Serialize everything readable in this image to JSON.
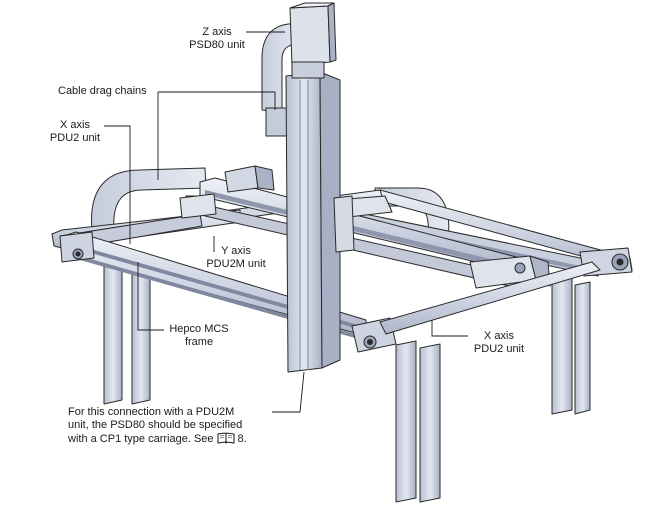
{
  "labels": {
    "z_axis": {
      "line1": "Z axis",
      "line2": "PSD80 unit"
    },
    "cable_chains": {
      "line1": "Cable drag chains"
    },
    "x_axis_left": {
      "line1": "X axis",
      "line2": "PDU2 unit"
    },
    "y_axis": {
      "line1": "Y axis",
      "line2": "PDU2M unit"
    },
    "frame": {
      "line1": "Hepco MCS",
      "line2": "frame"
    },
    "x_axis_right": {
      "line1": "X axis",
      "line2": "PDU2 unit"
    },
    "note": {
      "line1": "For this connection with a PDU2M",
      "line2": "unit, the PSD80 should be specified",
      "line3a": "with a CP1 type carriage. See",
      "line3b": "8."
    }
  },
  "icons": {
    "reference": "book-icon"
  },
  "colors": {
    "frame_fill": "#d5dae6",
    "frame_dark": "#9aa3b8",
    "frame_light": "#eceff6",
    "outline": "#2a2a2a",
    "leader": "#1a1a1a"
  }
}
